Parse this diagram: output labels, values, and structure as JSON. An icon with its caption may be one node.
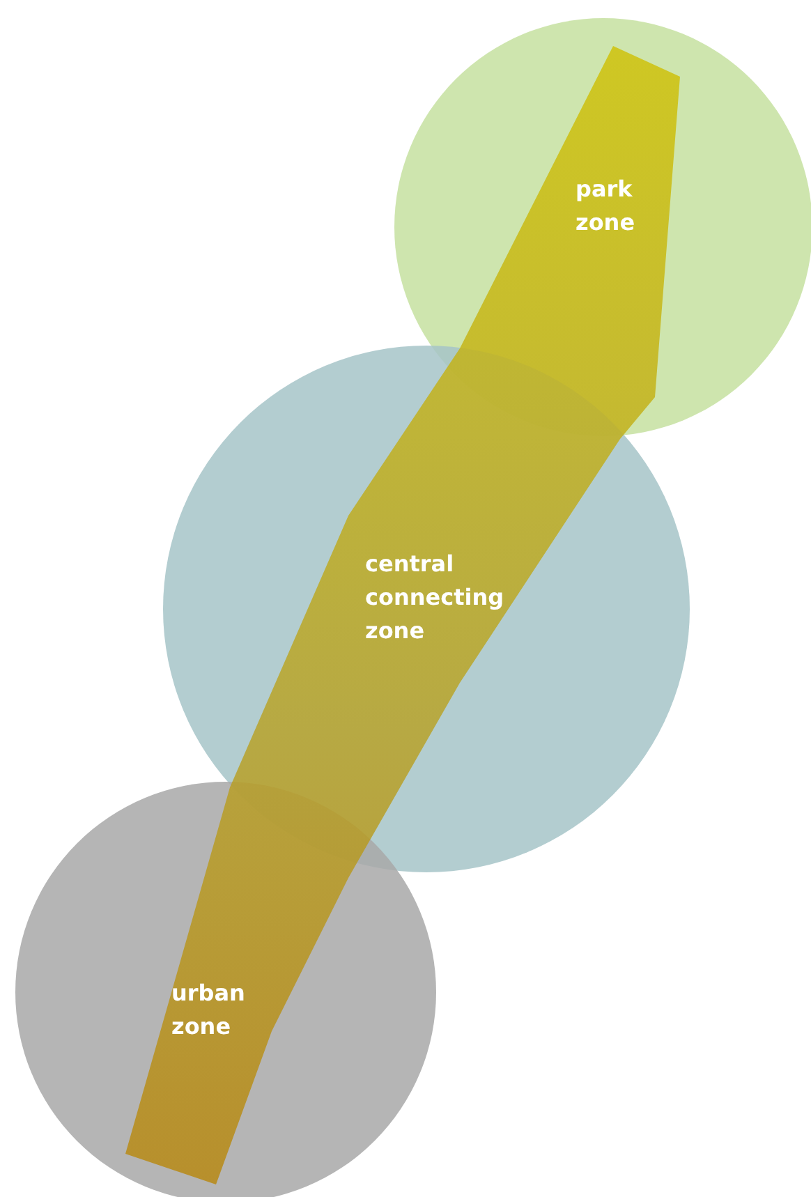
{
  "diagram": {
    "nodes": [
      {
        "text": [
          "park zone"
        ]
      },
      {
        "text": [
          "central connecting zone"
        ]
      },
      {
        "text": [
          "urban zone"
        ]
      }
    ]
  }
}
